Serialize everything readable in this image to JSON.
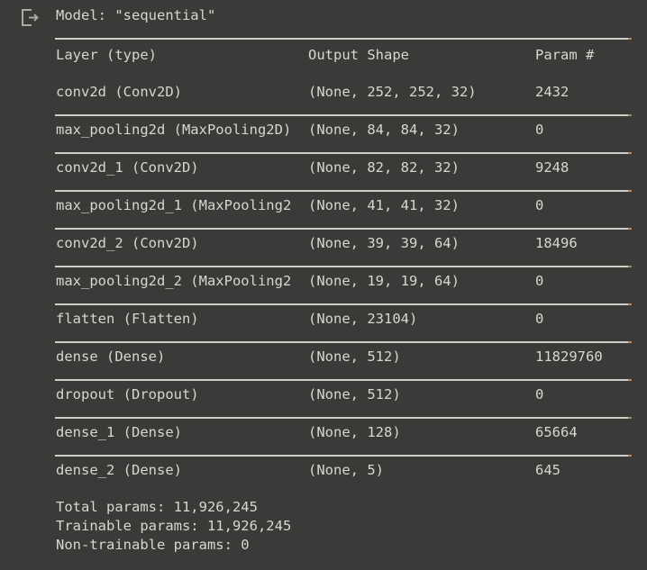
{
  "gutter": {
    "icon": "output-arrow-icon"
  },
  "console": {
    "model_title": "Model: \"sequential\"",
    "rule_solid": "________________________________________________________________",
    "rule_equals": "=================================================================",
    "headers": {
      "layer": "Layer (type)",
      "output_shape": "Output Shape",
      "param": "Param #"
    },
    "rows": [
      {
        "layer": "conv2d (Conv2D)",
        "shape": "(None, 252, 252, 32)",
        "params": "2432"
      },
      {
        "layer": "max_pooling2d (MaxPooling2D)",
        "shape": "(None, 84, 84, 32)",
        "params": "0"
      },
      {
        "layer": "conv2d_1 (Conv2D)",
        "shape": "(None, 82, 82, 32)",
        "params": "9248"
      },
      {
        "layer": "max_pooling2d_1 (MaxPooling2",
        "shape": "(None, 41, 41, 32)",
        "params": "0"
      },
      {
        "layer": "conv2d_2 (Conv2D)",
        "shape": "(None, 39, 39, 64)",
        "params": "18496"
      },
      {
        "layer": "max_pooling2d_2 (MaxPooling2",
        "shape": "(None, 19, 19, 64)",
        "params": "0"
      },
      {
        "layer": "flatten (Flatten)",
        "shape": "(None, 23104)",
        "params": "0"
      },
      {
        "layer": "dense (Dense)",
        "shape": "(None, 512)",
        "params": "11829760"
      },
      {
        "layer": "dropout (Dropout)",
        "shape": "(None, 512)",
        "params": "0"
      },
      {
        "layer": "dense_1 (Dense)",
        "shape": "(None, 128)",
        "params": "65664"
      },
      {
        "layer": "dense_2 (Dense)",
        "shape": "(None, 5)",
        "params": "645"
      }
    ],
    "totals": {
      "total": "Total params: 11,926,245",
      "trainable": "Trainable params: 11,926,245",
      "non_trainable": "Non-trainable params: 0"
    }
  },
  "colors": {
    "background": "#3a3a38",
    "text": "#d6d6d2",
    "rule": "#cfcfc9",
    "rule_accent": "#b08b62",
    "icon": "#a8a8a4"
  }
}
